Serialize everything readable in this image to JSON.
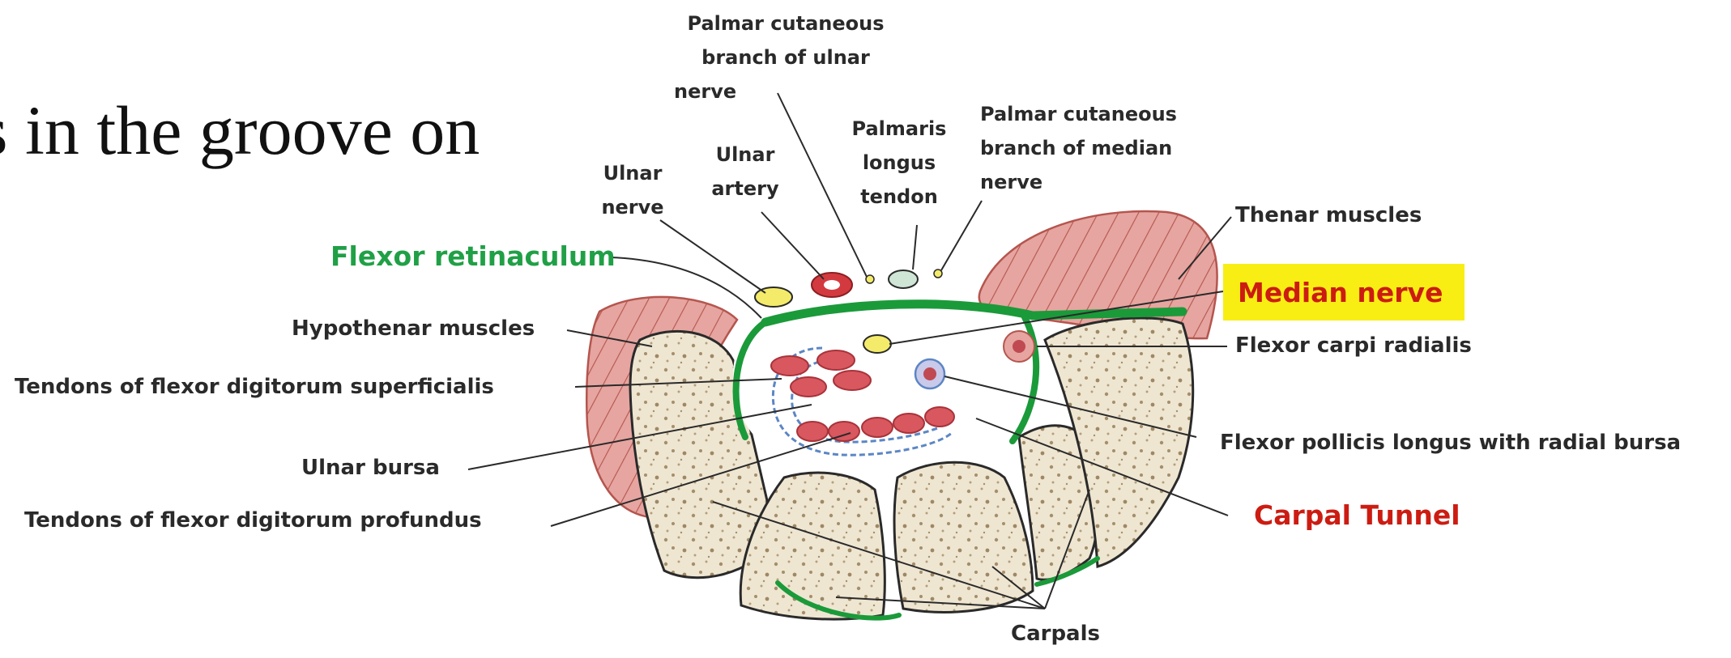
{
  "slide_text": "s in the groove on",
  "colors": {
    "retinaculum_green": "#1b9a3a",
    "bone_fill": "#efe6d2",
    "muscle_fill": "#e6a5a0",
    "tendon_red": "#d9575f",
    "nerve_yellow": "#f4eb6a",
    "highlight": "#f8ee13",
    "red_label": "#cc1c12",
    "green_label": "#20a046"
  },
  "labels": {
    "palmar_cutaneous_ulnar": [
      "Palmar cutaneous",
      "branch of ulnar",
      "nerve"
    ],
    "ulnar_nerve": [
      "Ulnar",
      "nerve"
    ],
    "ulnar_artery": [
      "Ulnar",
      "artery"
    ],
    "palmaris_longus": [
      "Palmaris",
      "longus",
      "tendon"
    ],
    "palmar_cutaneous_median": [
      "Palmar cutaneous",
      "branch of median",
      "nerve"
    ],
    "thenar_muscles": "Thenar muscles",
    "median_nerve": "Median nerve",
    "flexor_retinaculum": "Flexor retinaculum",
    "hypothenar_muscles": "Hypothenar muscles",
    "fds_tendons": "Tendons of flexor digitorum superficialis",
    "flexor_carpi_radialis": "Flexor carpi radialis",
    "fpl_radial_bursa": "Flexor pollicis longus with radial bursa",
    "ulnar_bursa": "Ulnar bursa",
    "fdp_tendons": "Tendons of flexor digitorum profundus",
    "carpal_tunnel": "Carpal Tunnel",
    "carpals": "Carpals"
  }
}
